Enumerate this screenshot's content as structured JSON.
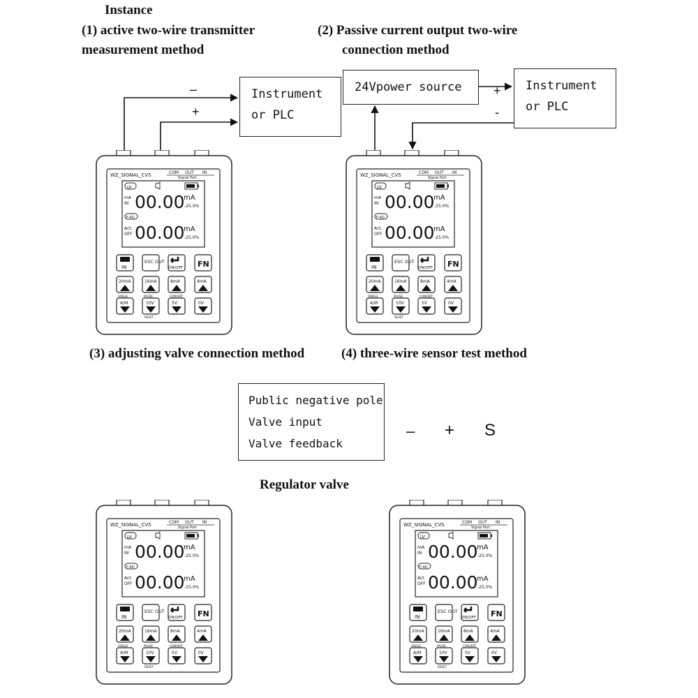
{
  "headings": {
    "instance": "Instance",
    "method1_line1": "(1) active two-wire transmitter",
    "method1_line2": "measurement method",
    "method2_line1": "(2) Passive current output two-wire",
    "method2_line2": "connection method",
    "method3": "(3) adjusting valve connection method",
    "method4": "(4) three-wire sensor test method",
    "regulator": "Regulator valve"
  },
  "boxes": {
    "instrument_1": [
      "Instrument",
      "or PLC"
    ],
    "power_source": "24Vpower source",
    "instrument_2": [
      "Instrument",
      "or PLC"
    ],
    "valve": [
      "Public negative pole",
      "Valve input",
      "Valve feedback"
    ]
  },
  "polarity": {
    "m1_top": "–",
    "m1_bottom": "+",
    "m2_plus": "+",
    "m2_minus": "-",
    "valve_minus": "–",
    "valve_plus": "+",
    "valve_s": "S"
  },
  "device": {
    "model": "WZ_SIGNAL_CVS",
    "ports": [
      "COM",
      "OUT",
      "IN"
    ],
    "signal_port": "Signal Port",
    "mode_badge": "LV",
    "row1": {
      "unit_top": "mA",
      "mode": "IN",
      "value": "00.00",
      "unit": "mA",
      "percent": "-25.0%"
    },
    "badge2": "F-4D",
    "row2": {
      "unit_top": "Act.",
      "mode": "OFF",
      "value": "00.00",
      "unit": "mA",
      "percent": "-25.0%"
    },
    "keys_top": [
      "IN",
      "ESC OUT",
      "ON/OFF",
      "FN"
    ],
    "keys_mid": [
      "20mA",
      "16mA",
      "8mA",
      "4mA"
    ],
    "keys_mid_sub": [
      "SINGLE",
      "PAUSE",
      "CONVERT",
      ""
    ],
    "keys_bot": [
      "A/M",
      "10V",
      "5V",
      "0V"
    ],
    "reset": "RESET"
  }
}
